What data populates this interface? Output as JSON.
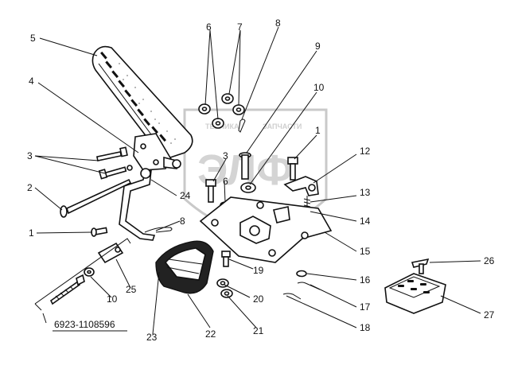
{
  "assembly_code": "6923-1108596",
  "watermark": {
    "brand": "ЭЛФ",
    "text_left": "ТЕХНИКА",
    "text_right": "ЗАПЧАСТИ"
  },
  "callouts": [
    {
      "id": "c1a",
      "text": "1"
    },
    {
      "id": "c1b",
      "text": "1"
    },
    {
      "id": "c2",
      "text": "2"
    },
    {
      "id": "c3a",
      "text": "3"
    },
    {
      "id": "c3b",
      "text": "3"
    },
    {
      "id": "c4",
      "text": "4"
    },
    {
      "id": "c5",
      "text": "5"
    },
    {
      "id": "c6a",
      "text": "6"
    },
    {
      "id": "c6b",
      "text": "6"
    },
    {
      "id": "c7",
      "text": "7"
    },
    {
      "id": "c8a",
      "text": "8"
    },
    {
      "id": "c8b",
      "text": "8"
    },
    {
      "id": "c9",
      "text": "9"
    },
    {
      "id": "c10a",
      "text": "10"
    },
    {
      "id": "c10b",
      "text": "10"
    },
    {
      "id": "c12",
      "text": "12"
    },
    {
      "id": "c13",
      "text": "13"
    },
    {
      "id": "c14",
      "text": "14"
    },
    {
      "id": "c15",
      "text": "15"
    },
    {
      "id": "c16",
      "text": "16"
    },
    {
      "id": "c17",
      "text": "17"
    },
    {
      "id": "c18",
      "text": "18"
    },
    {
      "id": "c19",
      "text": "19"
    },
    {
      "id": "c20",
      "text": "20"
    },
    {
      "id": "c21",
      "text": "21"
    },
    {
      "id": "c22",
      "text": "22"
    },
    {
      "id": "c23",
      "text": "23"
    },
    {
      "id": "c24",
      "text": "24"
    },
    {
      "id": "c25",
      "text": "25"
    },
    {
      "id": "c26",
      "text": "26"
    },
    {
      "id": "c27",
      "text": "27"
    }
  ]
}
